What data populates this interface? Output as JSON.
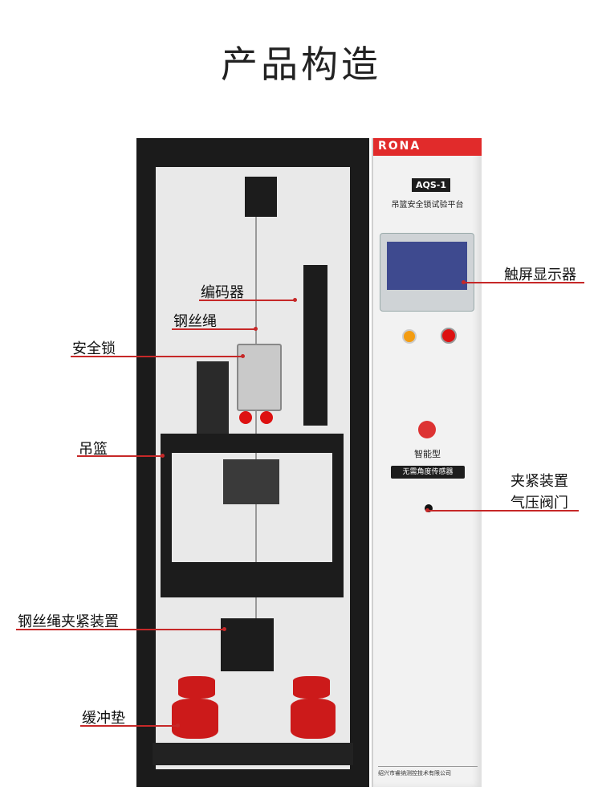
{
  "page": {
    "title": "产品构造"
  },
  "machine": {
    "brand": "RONA",
    "model": "AQS-1",
    "subtitle": "吊篮安全锁试验平台",
    "smart_label": "智能型",
    "badge": "无需角度传感器",
    "company": "绍兴市睿纳测控技术有限公司"
  },
  "labels": {
    "encoder": "编码器",
    "wire_rope": "钢丝绳",
    "safety_lock": "安全锁",
    "basket": "吊篮",
    "touchscreen": "触屏显示器",
    "clamp_valve_line1": "夹紧装置",
    "clamp_valve_line2": "气压阀门",
    "wire_clamp": "钢丝绳夹紧装置",
    "buffer_pad": "缓冲垫"
  },
  "colors": {
    "accent": "#c62828",
    "frame": "#1b1b1b",
    "buffer": "#cc1a1a"
  }
}
